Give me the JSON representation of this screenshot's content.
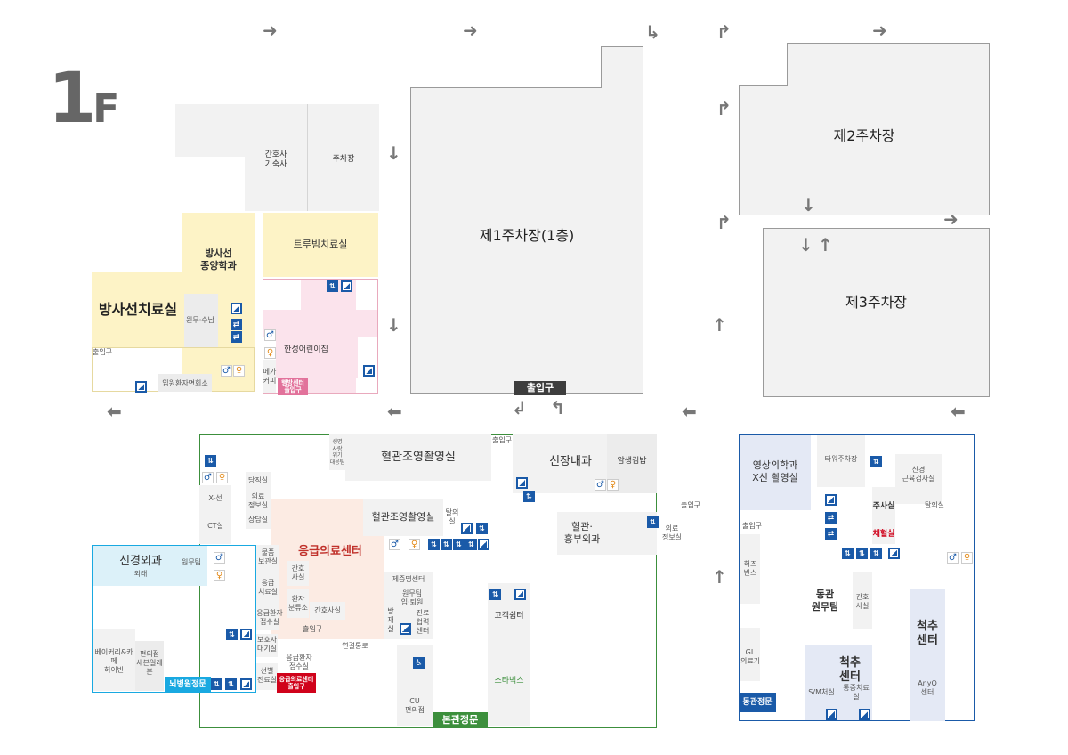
{
  "floor": {
    "number": "1",
    "suffix": "F"
  },
  "colors": {
    "parking_fill": "#f2f2f2",
    "radiation_fill": "#fdf3c6",
    "kids_fill": "#fbe3ec",
    "emergency_fill": "#fcebe3",
    "east_fill": "#e4e9f5",
    "neuro_fill": "#dcf1f9",
    "icon_blue": "#1a5aa8",
    "badge_green": "#3c8f3c",
    "badge_red": "#d0021b",
    "badge_cyan": "#19a9e1",
    "badge_navy": "#1a5aa8",
    "badge_dark": "#3d3d3d"
  },
  "icons": {
    "elevator": "elevator-icon",
    "stairs": "stairs-icon",
    "restroom_male": "restroom-male-icon",
    "restroom_female": "restroom-female-icon",
    "escalator": "escalator-icon",
    "arrow": "direction-arrow-icon"
  },
  "icon_glyphs": {
    "elevator": "⇅",
    "escalator": "⇄",
    "restroom_male": "♂",
    "restroom_female": "♀",
    "accessible": "♿"
  },
  "north_west": {
    "nurse_dorm": "간호사\n기숙사",
    "parking_lot": "주차장",
    "radiation_oncology_dept": "방사선\n종양학과",
    "truebeam_room": "트루빔치료실",
    "radiation_therapy_room": "방사선치료실",
    "reception_payment": "원무·수납",
    "exit": "출입구",
    "inpatient_guardian_room": "입원환자면회소",
    "kids_clinic": "한성어린이집",
    "mega_coffee": "메가\n커피",
    "bank_entrance": "행방센터\n출입구"
  },
  "parking": {
    "lot1": "제1주차장(1층)",
    "lot1_exit": "출입구",
    "lot2": "제2주차장",
    "lot3": "제3주차장"
  },
  "center": {
    "life_support_team": "생명\n사랑\n위기\n대응팀",
    "exit_top": "출입구",
    "angio_room_1": "혈관조영촬영실",
    "cardiology": "신장내과",
    "cancer_therapy": "암생김밥",
    "duty_room": "당직실",
    "medical_info": "의료\n정보실",
    "consult_room": "상담실",
    "xray": "X-선",
    "ct_room": "CT실",
    "emergency_center": "응급의료센터",
    "angio_room_2": "혈관조영촬영실",
    "wait_room": "탈의\n실",
    "vascular_surgery": "혈관·\n흉부외과",
    "medical_records": "의료\n정보실",
    "exit_right": "출입구",
    "item_storage": "물품\n보관실",
    "nurse_station": "간호\n사실",
    "emergency_treatment": "응급\n치료실",
    "patient_classification": "환자\n분류소",
    "nurse_room": "간호사실",
    "emergency_reception": "응급환자\n접수실",
    "guardian_wait": "보호자\n대기실",
    "screening_room": "선별\n진료실",
    "exit_center": "출입구",
    "er_reception": "응급환자\n접수실",
    "er_entrance": "응급의료센터\n출입구",
    "corridor": "연결통로",
    "referral_center": "제증명센터",
    "admin_team": "원무팀\n입·퇴원",
    "room_label": "방\n재\n실",
    "care_coop_center": "진료\n협력\n센터",
    "customer_lounge": "고객쉼터",
    "starbucks": "스타벅스",
    "cu_store": "CU\n편의점",
    "main_gate": "본관정문"
  },
  "west": {
    "neurosurgery": "신경외과",
    "neurosurgery_sub": "외래",
    "admin_team": "원무팀",
    "bakery": "베이커리&카페\n허이빈",
    "convenience": "편의점\n세븐일레븐",
    "brain_gate": "뇌병원정문"
  },
  "east": {
    "radiology": "영상의학과\nX선 촬영실",
    "tower_parking": "타워주차장",
    "neuro_test_room": "신경\n근육검사실",
    "exit": "출입구",
    "injection_room": "주사실",
    "blood_room": "채혈실",
    "gown_room": "탈의실",
    "east_admin": "동관\n원무팀",
    "nurse_room": "간호\n사실",
    "spine_center_1": "척추\n센터",
    "vending": "허즈\n빈스",
    "gl_medical": "GL\n의료기",
    "spine_center_2": "척추\n센터",
    "sm_room": "S/M처실",
    "pain_treatment": "통증치료실",
    "anyq_center": "AnyQ\n센터",
    "east_gate": "동관정문"
  }
}
